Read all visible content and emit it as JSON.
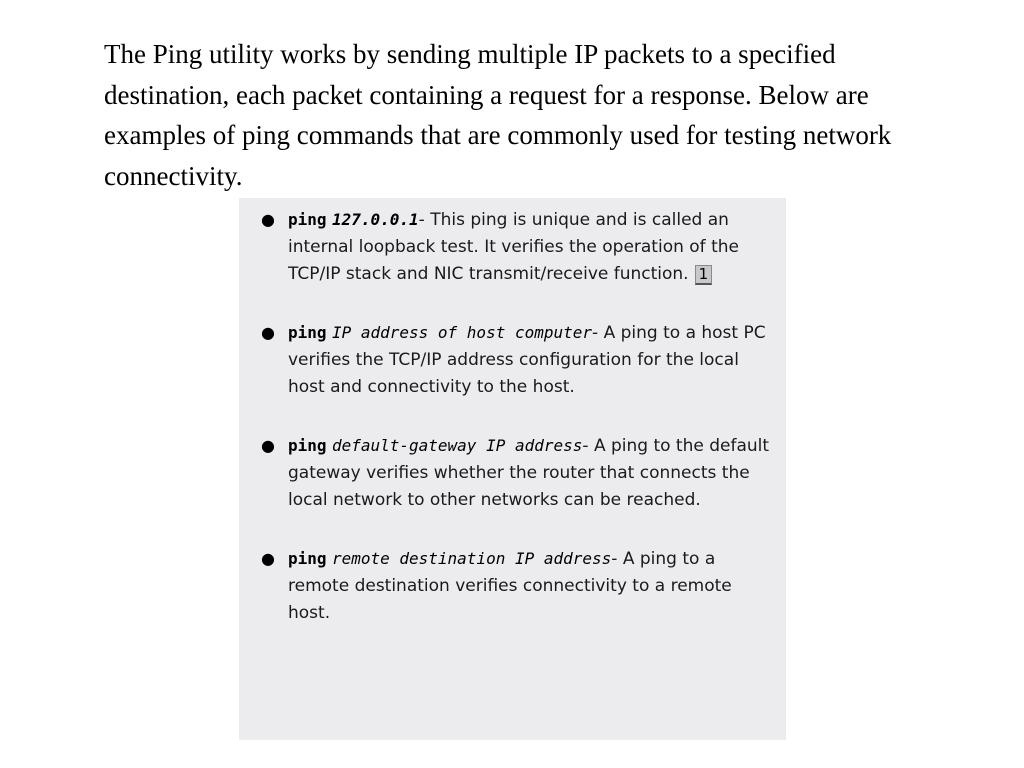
{
  "intro": {
    "text": "The Ping utility works by sending multiple IP packets to a specified destination, each packet containing a request for a response. Below are examples of ping commands that are commonly used for testing network connectivity."
  },
  "commands": [
    {
      "keyword": "ping",
      "argument": "127.0.0.1",
      "separator": "-",
      "description": "This ping is unique and is called an internal loopback test. It verifies the operation of the TCP/IP stack and NIC transmit/receive function.",
      "reference": "1"
    },
    {
      "keyword": "ping",
      "argument": "IP address of host computer",
      "separator": "-",
      "description": "A ping to a host PC verifies the TCP/IP address configuration for the local host and connectivity to the host."
    },
    {
      "keyword": "ping",
      "argument": "default-gateway IP address",
      "separator": "-",
      "description": "A ping to the default gateway verifies whether the router that connects the local network to other networks can be reached."
    },
    {
      "keyword": "ping",
      "argument": "remote destination IP address",
      "separator": "-",
      "description": "A ping to a remote destination verifies connectivity to a remote host."
    }
  ]
}
